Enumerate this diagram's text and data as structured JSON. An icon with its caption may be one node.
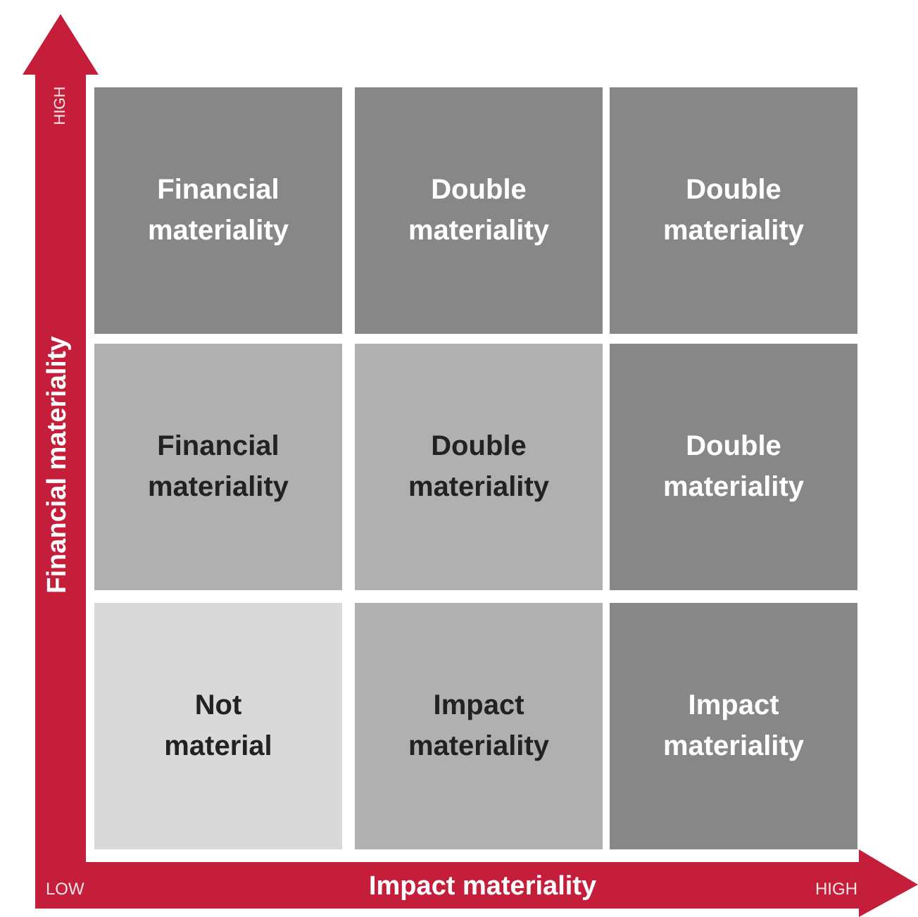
{
  "diagram": {
    "nodes": [
      {
        "text": [
          "Financial materiality"
        ]
      },
      {
        "text": [
          "Double materiality"
        ]
      },
      {
        "text": [
          "Double materiality"
        ]
      },
      {
        "text": [
          "Financial materiality"
        ]
      },
      {
        "text": [
          "Double materiality"
        ]
      },
      {
        "text": [
          "Double materiality"
        ]
      },
      {
        "text": [
          "Not material"
        ]
      },
      {
        "text": [
          "Impact materiality"
        ]
      },
      {
        "text": [
          "Impact materiality"
        ]
      }
    ],
    "labels": [
      "HIGH",
      "Financial materiality",
      "LOW",
      "Impact materiality",
      "HIGH"
    ]
  }
}
